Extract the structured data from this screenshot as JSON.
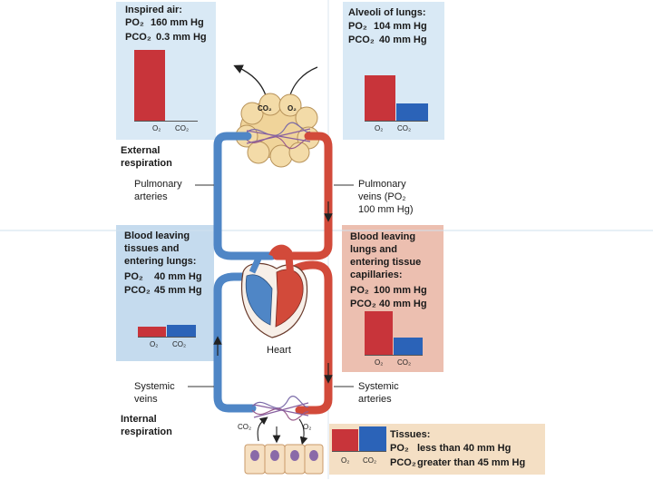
{
  "colors": {
    "o2_bar": "#c8343a",
    "co2_bar": "#2b63b8",
    "oxygenated_blood": "#d24a3a",
    "deoxygenated_blood": "#4f86c6",
    "panel_blue": "#d9e9f5",
    "panel_pink": "#eec0b3",
    "panel_tan": "#f4dfc4"
  },
  "panels": {
    "inspired_air": {
      "title": "Inspired air:",
      "po2_label": "PO₂",
      "po2_value": "160 mm Hg",
      "pco2_label": "PCO₂",
      "pco2_value": "0.3 mm Hg",
      "o2_tick": "O₂",
      "co2_tick": "CO₂"
    },
    "alveoli": {
      "title": "Alveoli of lungs:",
      "po2_label": "PO₂",
      "po2_value": "104 mm Hg",
      "pco2_label": "PCO₂",
      "pco2_value": "40 mm Hg",
      "o2_tick": "O₂",
      "co2_tick": "CO₂"
    },
    "blood_leaving_tissues": {
      "title_lines": [
        "Blood leaving",
        "tissues and",
        "entering lungs:"
      ],
      "po2_label": "PO₂",
      "po2_value": "40 mm Hg",
      "pco2_label": "PCO₂",
      "pco2_value": "45 mm Hg",
      "o2_tick": "O₂",
      "co2_tick": "CO₂"
    },
    "blood_leaving_lungs": {
      "title_lines": [
        "Blood leaving",
        "lungs and",
        "entering tissue",
        "capillaries:"
      ],
      "po2_label": "PO₂",
      "po2_value": "100 mm Hg",
      "pco2_label": "PCO₂",
      "pco2_value": "40 mm Hg",
      "o2_tick": "O₂",
      "co2_tick": "CO₂"
    },
    "tissues": {
      "title": "Tissues:",
      "po2_label": "PO₂",
      "po2_value": "less than 40 mm Hg",
      "pco2_label": "PCO₂",
      "pco2_value": "greater than 45 mm Hg",
      "o2_tick": "O₂",
      "co2_tick": "CO₂"
    }
  },
  "labels": {
    "external_respiration": [
      "External",
      "respiration"
    ],
    "pulmonary_arteries": [
      "Pulmonary",
      "arteries"
    ],
    "pulmonary_veins": [
      "Pulmonary",
      "veins (PO₂",
      "100 mm Hg)"
    ],
    "heart": "Heart",
    "systemic_veins": [
      "Systemic",
      "veins"
    ],
    "systemic_arteries": [
      "Systemic",
      "arteries"
    ],
    "internal_respiration": [
      "Internal",
      "respiration"
    ],
    "lung_co2": "CO₂",
    "lung_o2": "O₂",
    "tissue_co2": "CO₂",
    "tissue_o2": "O₂"
  },
  "chart_data": [
    {
      "type": "bar",
      "name": "inspired_air",
      "categories": [
        "O₂",
        "CO₂"
      ],
      "values": [
        160,
        0.3
      ],
      "ylim": [
        0,
        170
      ]
    },
    {
      "type": "bar",
      "name": "alveoli",
      "categories": [
        "O₂",
        "CO₂"
      ],
      "values": [
        104,
        40
      ],
      "ylim": [
        0,
        170
      ]
    },
    {
      "type": "bar",
      "name": "blood_leaving_tissues",
      "categories": [
        "O₂",
        "CO₂"
      ],
      "values": [
        40,
        45
      ],
      "ylim": [
        0,
        170
      ]
    },
    {
      "type": "bar",
      "name": "blood_leaving_lungs",
      "categories": [
        "O₂",
        "CO₂"
      ],
      "values": [
        100,
        40
      ],
      "ylim": [
        0,
        170
      ]
    },
    {
      "type": "bar",
      "name": "tissues",
      "categories": [
        "O₂",
        "CO₂"
      ],
      "values": [
        40,
        45
      ],
      "ylim": [
        0,
        170
      ]
    }
  ]
}
